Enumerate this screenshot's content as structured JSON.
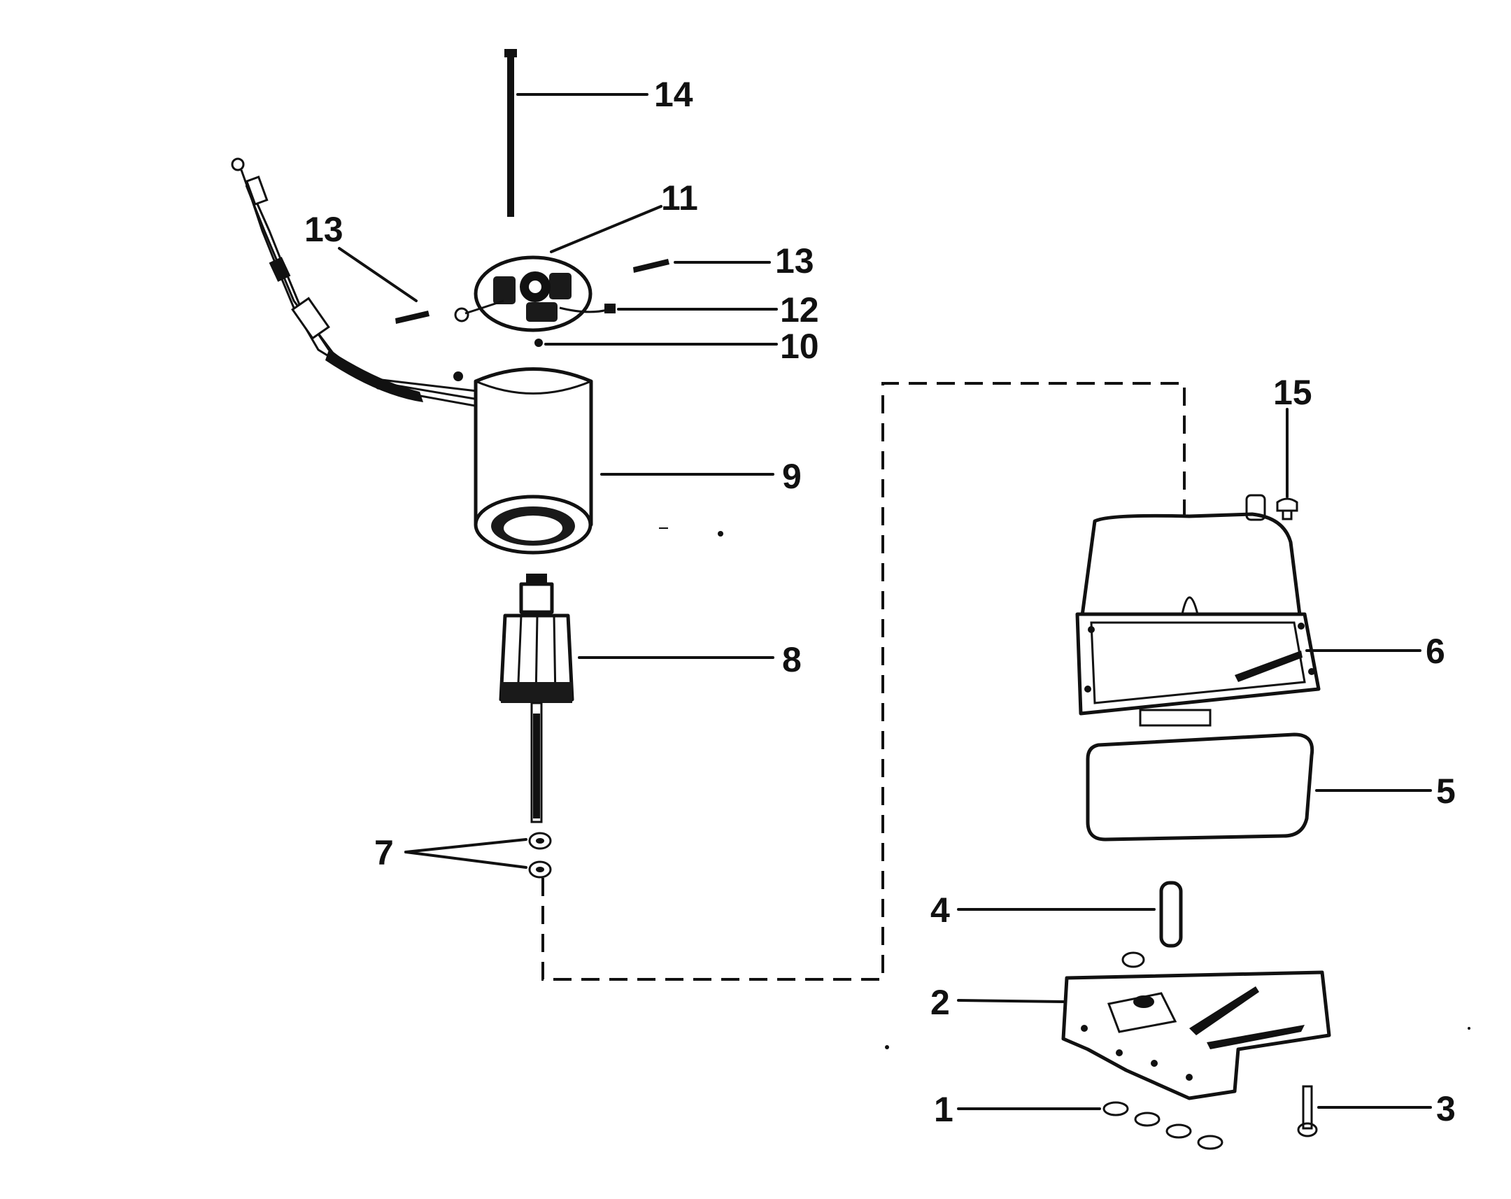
{
  "labels": {
    "l1": "1",
    "l2": "2",
    "l3": "3",
    "l4": "4",
    "l5": "5",
    "l6": "6",
    "l7": "7",
    "l8": "8",
    "l9": "9",
    "l10": "10",
    "l11": "11",
    "l12": "12",
    "l13a": "13",
    "l13b": "13",
    "l14": "14",
    "l15": "15"
  },
  "colors": {
    "ink": "#111111",
    "paper": "#ffffff"
  }
}
